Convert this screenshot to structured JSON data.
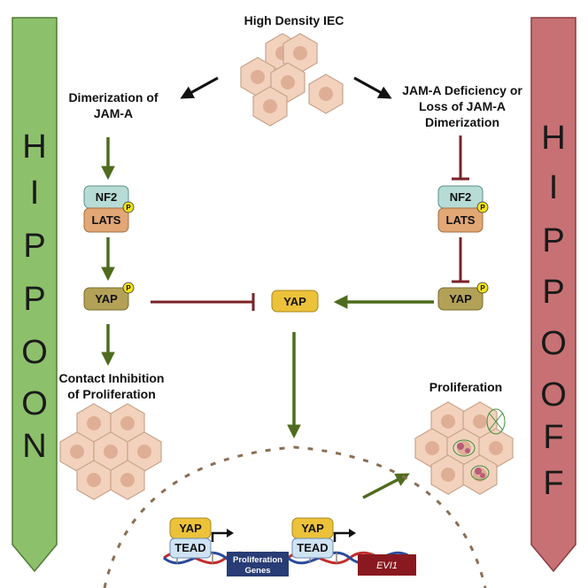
{
  "left_bar": {
    "letters": [
      "H",
      "I",
      "P",
      "P",
      "O",
      "O",
      "N"
    ],
    "color": "#8dc06b"
  },
  "right_bar": {
    "letters": [
      "H",
      "I",
      "P",
      "P",
      "O",
      "O",
      "F",
      "F"
    ],
    "color": "#c77174"
  },
  "top_label": "High Density IEC",
  "left_path": {
    "label_line1": "Dimerization of",
    "label_line2": "JAM-A",
    "nf2": "NF2",
    "lats": "LATS",
    "yap": "YAP",
    "outcome_line1": "Contact Inhibition",
    "outcome_line2": "of Proliferation"
  },
  "right_path": {
    "label_line1": "JAM-A Deficiency or",
    "label_line2": "Loss of JAM-A",
    "label_line3": "Dimerization",
    "nf2": "NF2",
    "lats": "LATS",
    "yap": "YAP",
    "outcome": "Proliferation"
  },
  "center_yap": "YAP",
  "phospho_mark": "P",
  "nucleus": {
    "yap1": "YAP",
    "tead1": "TEAD",
    "genes_line1": "Proliferation",
    "genes_line2": "Genes",
    "yap2": "YAP",
    "tead2": "TEAD",
    "gene2": "EVI1"
  },
  "colors": {
    "activation_arrow": "#4f6b1d",
    "inhibition": "#7a2226",
    "nf2": "#b7dcd6",
    "lats": "#e2a775",
    "yap_phospho": "#b3a157",
    "yap_active": "#ecc23a",
    "phospho_circle": "#f3e21b",
    "cell_fill": "#f2d2bd",
    "nucleus_fill": "#dfae96",
    "genes_box": "#283c75",
    "evi1_box": "#8a1820"
  }
}
